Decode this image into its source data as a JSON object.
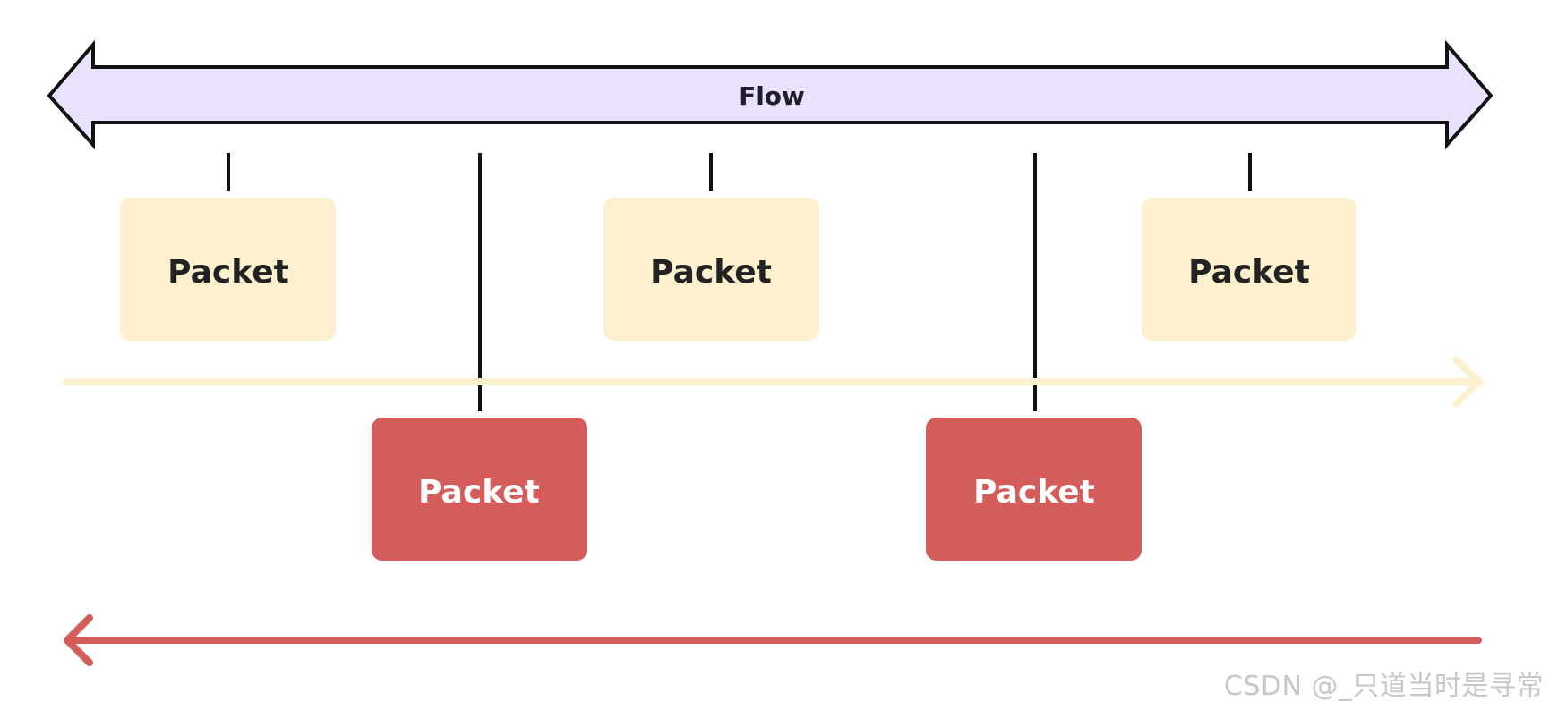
{
  "flow": {
    "label": "Flow",
    "fill_color": "#e9e1fd",
    "stroke_color": "#111111"
  },
  "packets": [
    {
      "label": "Packet",
      "row": "top",
      "color": "#fdf0cf",
      "text_color": "#222222"
    },
    {
      "label": "Packet",
      "row": "bottom",
      "color": "#d45d5c",
      "text_color": "#ffffff"
    },
    {
      "label": "Packet",
      "row": "top",
      "color": "#fdf0cf",
      "text_color": "#222222"
    },
    {
      "label": "Packet",
      "row": "bottom",
      "color": "#d45d5c",
      "text_color": "#ffffff"
    },
    {
      "label": "Packet",
      "row": "top",
      "color": "#fdf0cf",
      "text_color": "#222222"
    }
  ],
  "arrows": {
    "forward": {
      "direction": "right",
      "color": "#fdf0cf"
    },
    "reverse": {
      "direction": "left",
      "color": "#d45d5c"
    }
  },
  "watermark": "CSDN @_只道当时是寻常"
}
